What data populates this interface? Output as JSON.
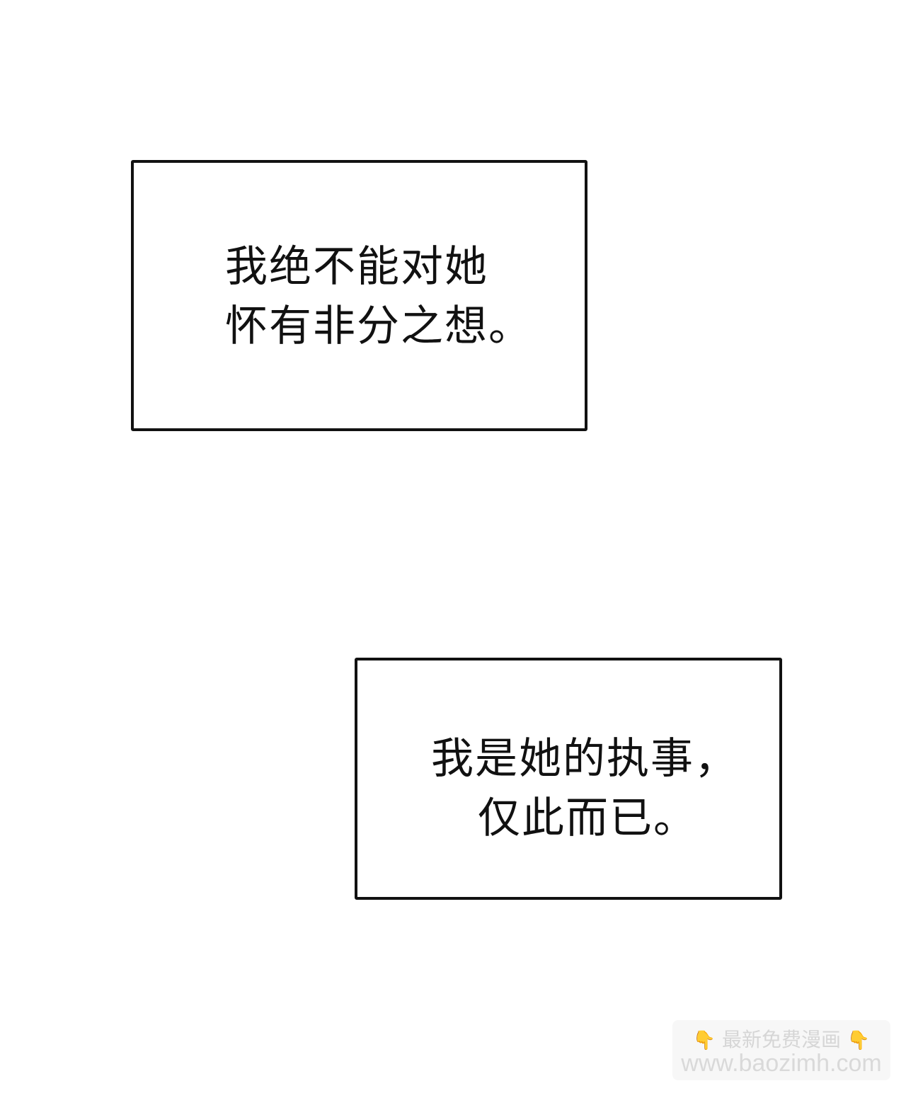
{
  "page": {
    "background": "#ffffff"
  },
  "captions": [
    {
      "lines": [
        "我绝不能对她",
        "怀有非分之想。"
      ]
    },
    {
      "lines": [
        "我是她的执事，",
        "仅此而已。"
      ]
    }
  ],
  "watermark": {
    "left_icon": "👇",
    "title": "最新免费漫画",
    "right_icon": "👇",
    "url": "www.baozimh.com",
    "icon_color": "#f5b93a",
    "text_color": "#d4d4d4"
  }
}
